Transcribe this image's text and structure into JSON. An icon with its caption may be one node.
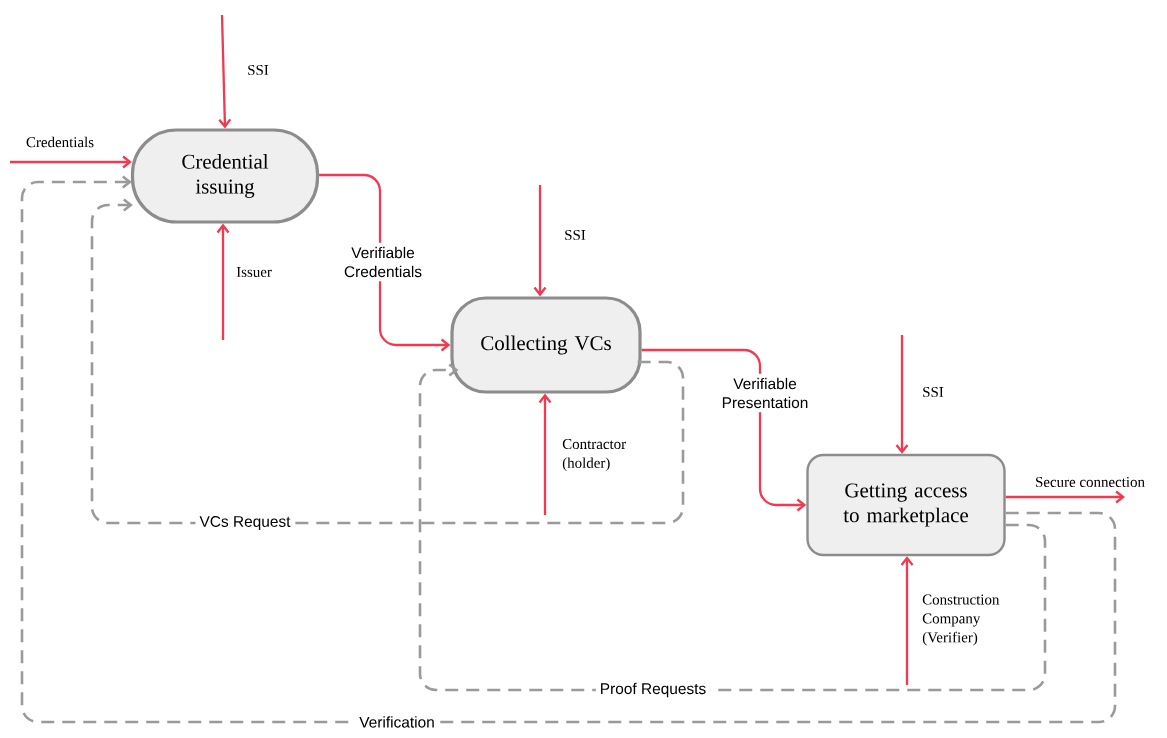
{
  "diagram": {
    "nodes": [
      {
        "text": [
          "Credential issuing"
        ]
      },
      {
        "text": [
          "Collecting VCs"
        ]
      },
      {
        "text": [
          "Getting access to marketplace"
        ]
      }
    ],
    "edges": [
      {
        "from": null,
        "to": 0,
        "arrow": "to",
        "label": "SSI"
      },
      {
        "from": null,
        "to": 0,
        "arrow": "to",
        "label": "Credentials"
      },
      {
        "from": null,
        "to": 0,
        "arrow": "to",
        "label": "Issuer"
      },
      {
        "from": 0,
        "to": 1,
        "arrow": "to",
        "label": "Verifiable Credentials"
      },
      {
        "from": null,
        "to": 1,
        "arrow": "to",
        "label": "SSI"
      },
      {
        "from": null,
        "to": 1,
        "arrow": "to",
        "label": "Contractor (holder)"
      },
      {
        "from": 1,
        "to": 2,
        "arrow": "to",
        "label": "Verifiable Presentation"
      },
      {
        "from": null,
        "to": 2,
        "arrow": "to",
        "label": "SSI"
      },
      {
        "from": null,
        "to": 2,
        "arrow": "to",
        "label": "Construction Company (Verifier)"
      },
      {
        "from": 2,
        "to": null,
        "arrow": "to",
        "label": "Secure connection"
      },
      {
        "from": 1,
        "to": 0,
        "arrow": "to",
        "label": "VCs Request",
        "style": "dashed",
        "color": "#9a9a9a"
      },
      {
        "from": 2,
        "to": 1,
        "arrow": "to",
        "label": "Proof Requests",
        "style": "dashed",
        "color": "#9a9a9a"
      },
      {
        "from": 2,
        "to": 0,
        "arrow": "to",
        "label": "Verification",
        "style": "dashed",
        "color": "#9a9a9a"
      }
    ]
  }
}
